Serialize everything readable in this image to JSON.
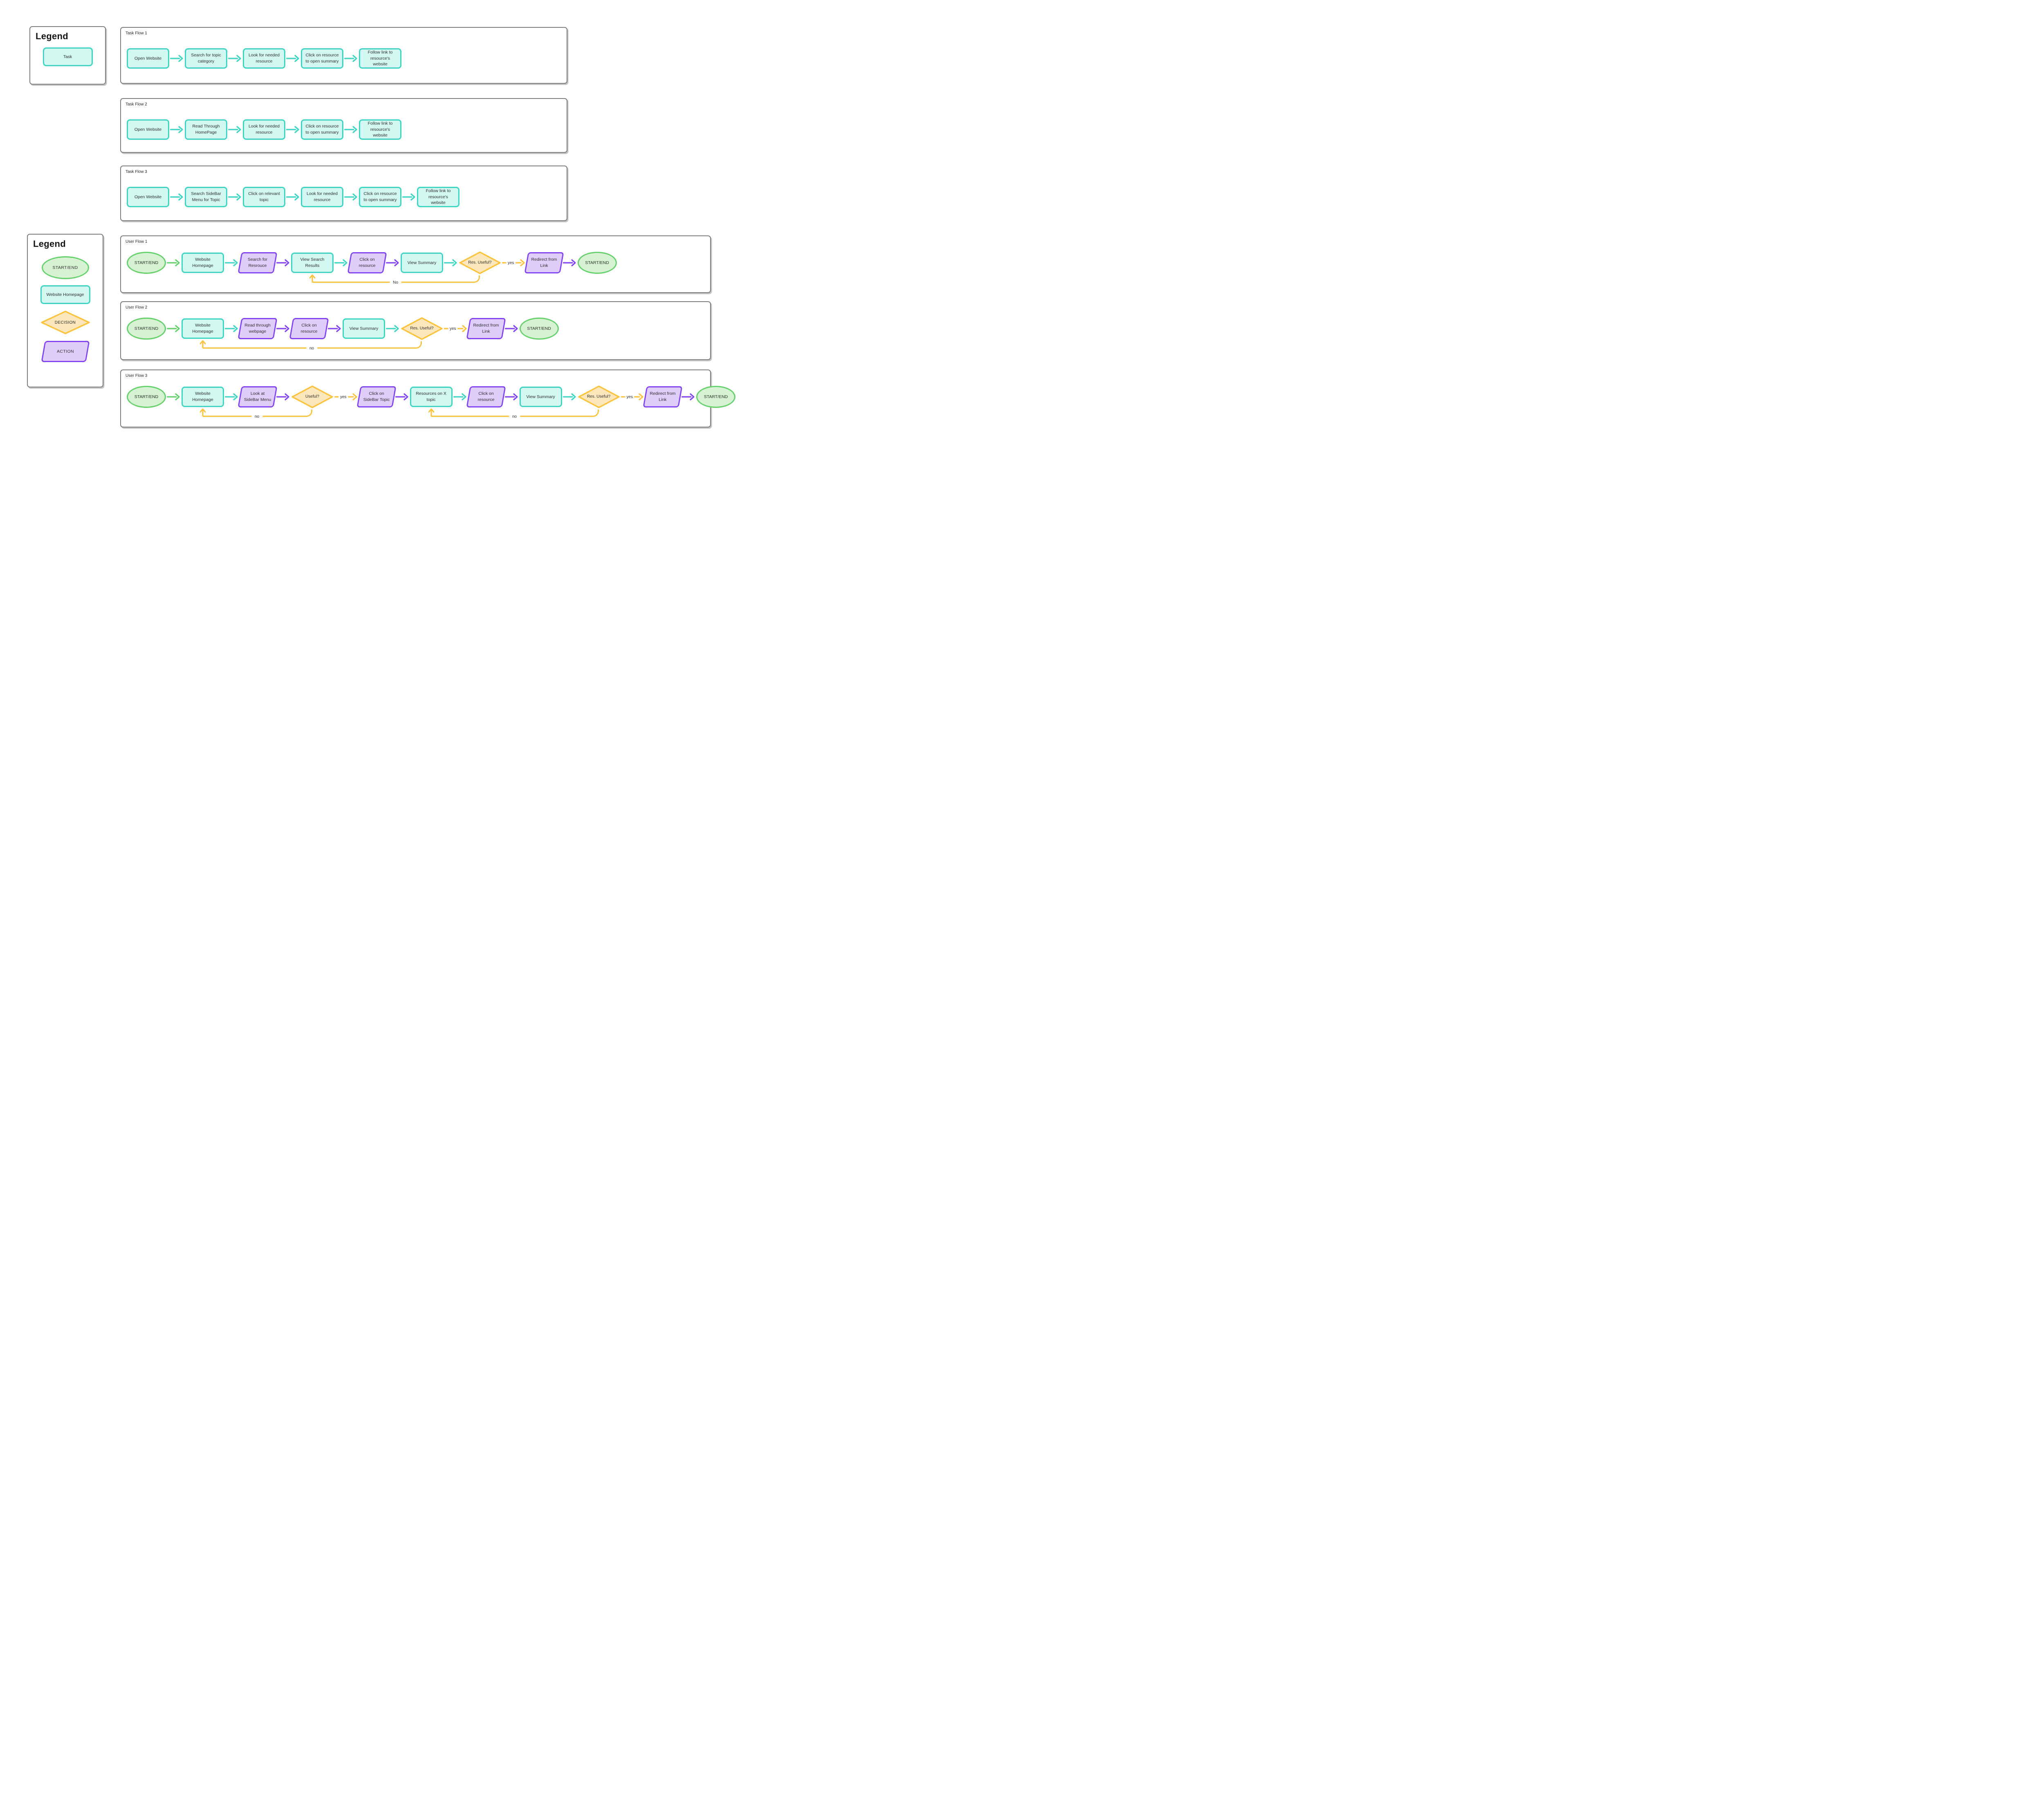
{
  "palette": {
    "teal": "#3ED6C2",
    "green": "#66D16C",
    "purple": "#8146F2",
    "yellow": "#FBC440",
    "frame_gray": "#7D7D7D",
    "text": "#2E2E2E"
  },
  "fills": {
    "teal": "#D3F8F2",
    "green": "#D6F2D2",
    "purple": "#DECEF9",
    "yellow": "#FBE7BB"
  },
  "legend_task": {
    "title": "Legend",
    "items": [
      {
        "type": "task",
        "label": "Task"
      }
    ]
  },
  "legend_user": {
    "title": "Legend",
    "items": [
      {
        "type": "terminator",
        "label": "START/END"
      },
      {
        "type": "page",
        "label": "Website Homepage"
      },
      {
        "type": "decision",
        "label": "DECISION"
      },
      {
        "type": "action",
        "label": "ACTION"
      }
    ]
  },
  "flows": [
    {
      "title": "Task Flow 1",
      "nodes": [
        {
          "type": "task",
          "label": "Open Website"
        },
        {
          "type": "task",
          "label": "Search for topic category"
        },
        {
          "type": "task",
          "label": "Look for needed resource"
        },
        {
          "type": "task",
          "label": "Click on resource to open summary"
        },
        {
          "type": "task",
          "label": "Follow link to resource's website"
        }
      ],
      "connectors": [
        {
          "color": "teal"
        },
        {
          "color": "teal"
        },
        {
          "color": "teal"
        },
        {
          "color": "teal"
        }
      ],
      "loops": []
    },
    {
      "title": "Task Flow 2",
      "nodes": [
        {
          "type": "task",
          "label": "Open Website"
        },
        {
          "type": "task",
          "label": "Read Through HomePage"
        },
        {
          "type": "task",
          "label": "Look for needed resource"
        },
        {
          "type": "task",
          "label": "Click on resource to open summary"
        },
        {
          "type": "task",
          "label": "Follow link to resource's website"
        }
      ],
      "connectors": [
        {
          "color": "teal"
        },
        {
          "color": "teal"
        },
        {
          "color": "teal"
        },
        {
          "color": "teal"
        }
      ],
      "loops": []
    },
    {
      "title": "Task Flow 3",
      "nodes": [
        {
          "type": "task",
          "label": "Open Website"
        },
        {
          "type": "task",
          "label": "Search SideBar Menu for Topic"
        },
        {
          "type": "task",
          "label": "Click on relevant topic"
        },
        {
          "type": "task",
          "label": "Look for needed resource"
        },
        {
          "type": "task",
          "label": "Click on resource to open summary"
        },
        {
          "type": "task",
          "label": "Follow link to resource's website"
        }
      ],
      "connectors": [
        {
          "color": "teal"
        },
        {
          "color": "teal"
        },
        {
          "color": "teal"
        },
        {
          "color": "teal"
        },
        {
          "color": "teal"
        }
      ],
      "loops": []
    },
    {
      "title": "User Flow 1",
      "nodes": [
        {
          "type": "terminator",
          "label": "START/END"
        },
        {
          "type": "page",
          "label": "Website Homepage"
        },
        {
          "type": "action",
          "label": "Search for Resrouce"
        },
        {
          "type": "page",
          "label": "View Search Results"
        },
        {
          "type": "action",
          "label": "Click on resource"
        },
        {
          "type": "page",
          "label": "View Summary"
        },
        {
          "type": "decision",
          "label": "Res. Useful?"
        },
        {
          "type": "action",
          "label": "Redirect from Link"
        },
        {
          "type": "terminator",
          "label": "START/END"
        }
      ],
      "connectors": [
        {
          "color": "green"
        },
        {
          "color": "teal"
        },
        {
          "color": "purple"
        },
        {
          "color": "teal"
        },
        {
          "color": "purple"
        },
        {
          "color": "teal"
        },
        {
          "color": "yellow",
          "label": "yes"
        },
        {
          "color": "purple"
        }
      ],
      "loops": [
        {
          "from": 6,
          "to": 3,
          "label": "No"
        }
      ]
    },
    {
      "title": "User Flow 2",
      "nodes": [
        {
          "type": "terminator",
          "label": "START/END"
        },
        {
          "type": "page",
          "label": "Website Homepage"
        },
        {
          "type": "action",
          "label": "Read through webpage"
        },
        {
          "type": "action",
          "label": "Click on resource"
        },
        {
          "type": "page",
          "label": "View Summary"
        },
        {
          "type": "decision",
          "label": "Res. Useful?"
        },
        {
          "type": "action",
          "label": "Redirect from Link"
        },
        {
          "type": "terminator",
          "label": "START/END"
        }
      ],
      "connectors": [
        {
          "color": "green"
        },
        {
          "color": "teal"
        },
        {
          "color": "purple"
        },
        {
          "color": "purple"
        },
        {
          "color": "teal"
        },
        {
          "color": "yellow",
          "label": "yes"
        },
        {
          "color": "purple"
        }
      ],
      "loops": [
        {
          "from": 5,
          "to": 1,
          "label": "no"
        }
      ]
    },
    {
      "title": "User Flow 3",
      "nodes": [
        {
          "type": "terminator",
          "label": "START/END"
        },
        {
          "type": "page",
          "label": "Website Homepage"
        },
        {
          "type": "action",
          "label": "Look at SideBar Menu"
        },
        {
          "type": "decision",
          "label": "Useful?"
        },
        {
          "type": "action",
          "label": "Click on SideBar Topic"
        },
        {
          "type": "page",
          "label": "Resources on X topic"
        },
        {
          "type": "action",
          "label": "Click on resource"
        },
        {
          "type": "page",
          "label": "View Summary"
        },
        {
          "type": "decision",
          "label": "Res. Useful?"
        },
        {
          "type": "action",
          "label": "Redirect from Link"
        },
        {
          "type": "terminator",
          "label": "START/END"
        }
      ],
      "connectors": [
        {
          "color": "green"
        },
        {
          "color": "teal"
        },
        {
          "color": "purple"
        },
        {
          "color": "yellow",
          "label": "yes"
        },
        {
          "color": "purple"
        },
        {
          "color": "teal"
        },
        {
          "color": "purple"
        },
        {
          "color": "teal"
        },
        {
          "color": "yellow",
          "label": "yes"
        },
        {
          "color": "purple"
        }
      ],
      "loops": [
        {
          "from": 3,
          "to": 1,
          "label": "no"
        },
        {
          "from": 8,
          "to": 5,
          "label": "no"
        }
      ]
    }
  ]
}
